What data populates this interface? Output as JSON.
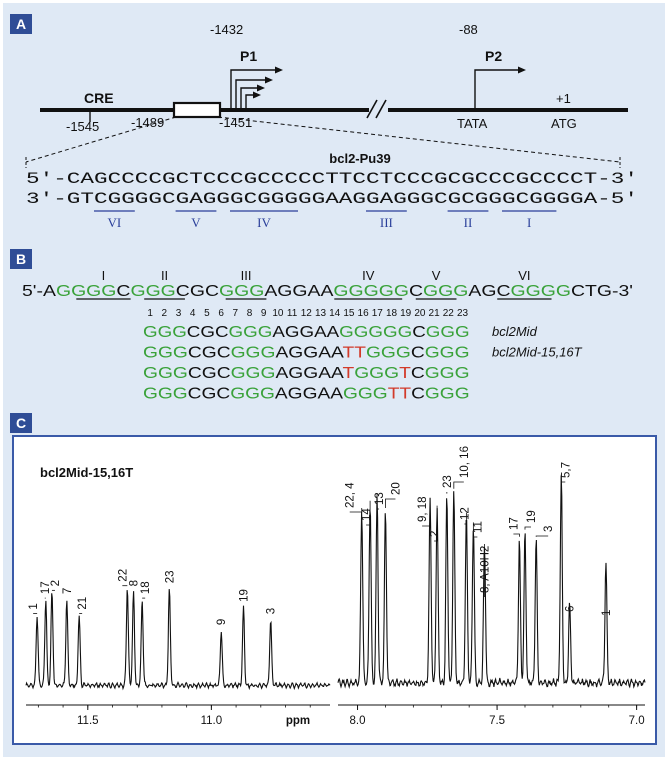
{
  "panels": {
    "a": "A",
    "b": "B",
    "c": "C"
  },
  "panel_a": {
    "cre": "CRE",
    "pos_1545": "-1545",
    "pos_1489": "-1489",
    "pos_1451": "-1451",
    "pos_1432": "-1432",
    "p1": "P1",
    "pos_88": "-88",
    "p2": "P2",
    "plus1": "+1",
    "tata": "TATA",
    "atg": "ATG",
    "seq_title": "bcl2-Pu39",
    "seq_top": "5'-CAGCCCCGCTCCCGCCCCCTTCCTCCCGCGCCCGCCCCT-3'",
    "seq_bottom": "3'-GTCGGGGCGAGGGCGGGGGAAGGAGGGCGCGGGCGGGGA-5'",
    "runs": [
      "VI",
      "V",
      "IV",
      "III",
      "II",
      "I"
    ]
  },
  "panel_b": {
    "run_labels": [
      "I",
      "II",
      "III",
      "IV",
      "V",
      "VI"
    ],
    "full_seq": "5'-AGGGGCGGGCGCGGGAGGAAGGGGGCGGGAGCGGGGCTG-3'",
    "numbers": [
      "1",
      "2",
      "3",
      "4",
      "5",
      "6",
      "7",
      "8",
      "9",
      "10",
      "11",
      "12",
      "13",
      "14",
      "15",
      "16",
      "17",
      "18",
      "19",
      "20",
      "21",
      "22",
      "23"
    ],
    "rows": [
      {
        "seq": "GGGCGCGGGAGGAAGGGGGCGGG",
        "name": "bcl2Mid"
      },
      {
        "seq": "GGGCGCGGGAGGAATTGGGCGGG",
        "name": "bcl2Mid-15,16T"
      },
      {
        "seq": "GGGCGCGGGAGGAATGGGTCGGG",
        "name": ""
      },
      {
        "seq": "GGGCGCGGGAGGAAGGGTTCGGG",
        "name": ""
      }
    ]
  },
  "panel_c": {
    "title": "bcl2Mid-15,16T",
    "left_xlabel": "ppm",
    "left_ticks": [
      "11.5",
      "11.0"
    ],
    "right_ticks": [
      "8.0",
      "7.5",
      "7.0"
    ],
    "left_peaks": [
      "1",
      "17",
      "2",
      "7",
      "21",
      "22",
      "8",
      "18",
      "23",
      "9",
      "19",
      "3"
    ],
    "right_peaks": [
      "22, 4",
      "14",
      "13",
      "20",
      "9, 18",
      "2",
      "23",
      "10, 16",
      "12",
      "11",
      "8, A10H2",
      "17",
      "19",
      "3",
      "5,7",
      "6",
      "1"
    ]
  },
  "colors": {
    "g_run": "#3aa23a",
    "mutation": "#d23a2a",
    "roman": "#2a3f9a",
    "panel_bg": "#dfe9f5",
    "frame": "#3a5aa8"
  },
  "chart_data": [
    {
      "type": "line",
      "title": "bcl2Mid-15,16T",
      "xlabel": "ppm",
      "ylabel": "",
      "xlim": [
        11.75,
        10.52
      ],
      "x_reversed": true,
      "series": [
        {
          "peaks": [
            {
              "label": "1",
              "ppm": 11.705,
              "height": 0.45
            },
            {
              "label": "17",
              "ppm": 11.67,
              "height": 0.55
            },
            {
              "label": "2",
              "ppm": 11.645,
              "height": 0.6
            },
            {
              "label": "7",
              "ppm": 11.585,
              "height": 0.55
            },
            {
              "label": "21",
              "ppm": 11.535,
              "height": 0.45
            },
            {
              "label": "22",
              "ppm": 11.34,
              "height": 0.63
            },
            {
              "label": "8",
              "ppm": 11.315,
              "height": 0.6
            },
            {
              "label": "18",
              "ppm": 11.28,
              "height": 0.55
            },
            {
              "label": "23",
              "ppm": 11.17,
              "height": 0.62
            },
            {
              "label": "9",
              "ppm": 10.96,
              "height": 0.35
            },
            {
              "label": "19",
              "ppm": 10.87,
              "height": 0.5
            },
            {
              "label": "3",
              "ppm": 10.76,
              "height": 0.42
            }
          ]
        }
      ]
    },
    {
      "type": "line",
      "title": "",
      "xlabel": "",
      "ylabel": "",
      "xlim": [
        8.07,
        6.97
      ],
      "x_reversed": true,
      "series": [
        {
          "peaks": [
            {
              "label": "22, 4",
              "ppm": 7.985,
              "height": 0.72
            },
            {
              "label": "14",
              "ppm": 7.955,
              "height": 0.75
            },
            {
              "label": "13",
              "ppm": 7.93,
              "height": 0.78
            },
            {
              "label": "20",
              "ppm": 7.9,
              "height": 0.72
            },
            {
              "label": "9, 18",
              "ppm": 7.74,
              "height": 0.76
            },
            {
              "label": "2",
              "ppm": 7.715,
              "height": 0.73
            },
            {
              "label": "23",
              "ppm": 7.68,
              "height": 0.78
            },
            {
              "label": "10, 16",
              "ppm": 7.655,
              "height": 0.8
            },
            {
              "label": "12",
              "ppm": 7.61,
              "height": 0.7
            },
            {
              "label": "11",
              "ppm": 7.585,
              "height": 0.66
            },
            {
              "label": "8, A10H2",
              "ppm": 7.545,
              "height": 0.57
            },
            {
              "label": "17",
              "ppm": 7.42,
              "height": 0.6
            },
            {
              "label": "19",
              "ppm": 7.4,
              "height": 0.63
            },
            {
              "label": "3",
              "ppm": 7.36,
              "height": 0.6
            },
            {
              "label": "5,7",
              "ppm": 7.27,
              "height": 0.86
            },
            {
              "label": "6",
              "ppm": 7.24,
              "height": 0.33
            },
            {
              "label": "1",
              "ppm": 7.11,
              "height": 0.5
            }
          ]
        }
      ]
    }
  ]
}
